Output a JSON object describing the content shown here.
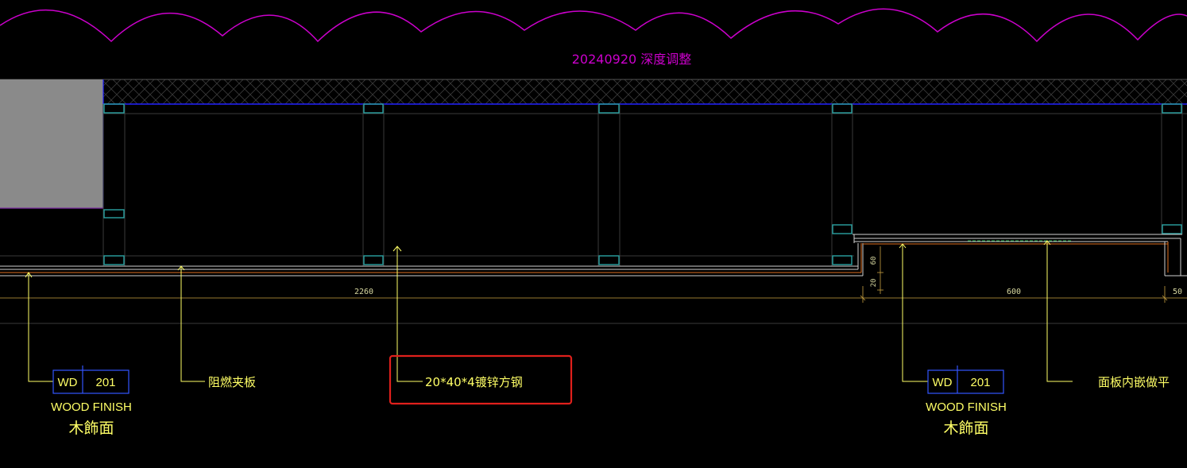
{
  "revision_note": "20240920 深度调整",
  "dimensions": {
    "span_main": "2260",
    "span_right": "600",
    "span_edge": "50",
    "vertical_top": "60",
    "vertical_bottom": "20"
  },
  "tags": {
    "left": {
      "code": "WD",
      "number": "201",
      "english": "WOOD FINISH",
      "chinese": "木飾面"
    },
    "right": {
      "code": "WD",
      "number": "201",
      "english": "WOOD FINISH",
      "chinese": "木飾面"
    }
  },
  "callouts": {
    "fire_board": "阻燃夹板",
    "steel_tube": "20*40*4镀锌方钢",
    "panel_flush": "面板内嵌做平"
  },
  "colors": {
    "background": "#000000",
    "revision_cloud": "#cc00cc",
    "leader": "#ffff66",
    "tag_box": "#3355ff",
    "highlight": "#e0201c",
    "structure_blue": "#2222ff",
    "gray_fill": "#8a8a8a",
    "teal": "#2aa3a3",
    "finish_orange": "#e07020"
  }
}
